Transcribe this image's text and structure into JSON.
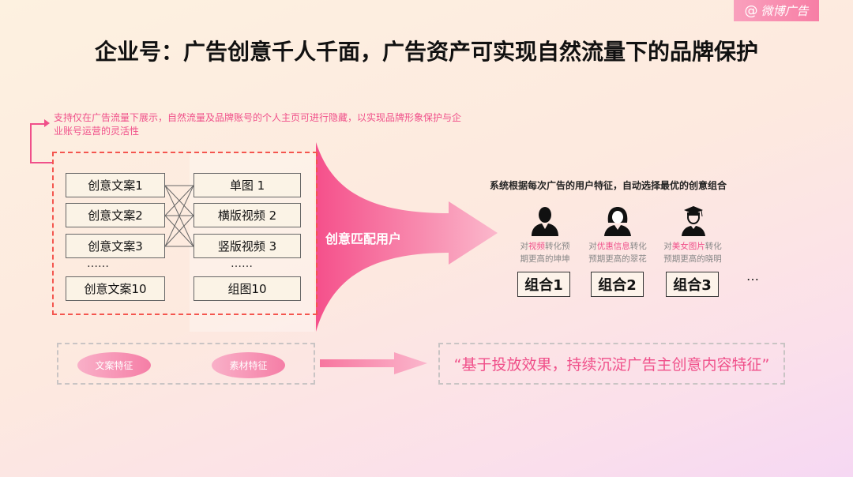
{
  "brand": {
    "label": "微博广告",
    "icon": "weibo-at-icon"
  },
  "title": "企业号：广告创意千人千面，广告资产可实现自然流量下的品牌保护",
  "note": "支持仅在广告流量下展示，自然流量及品牌账号的个人主页可进行隐藏，以实现品牌形象保护与企业账号运营的灵活性",
  "copy_items": [
    "创意文案1",
    "创意文案2",
    "创意文案3",
    "创意文案10"
  ],
  "material_items": [
    "单图 1",
    "横版视频 2",
    "竖版视频 3",
    "组图10"
  ],
  "ellipsis": "……",
  "funnel_label": "创意匹配用户",
  "system_text": "系统根据每次广告的用户特征，自动选择最优的创意组合",
  "personas": [
    {
      "icon": "man-icon",
      "pre": "对",
      "hl": "视频",
      "post": "转化预",
      "line2": "期更高的坤坤"
    },
    {
      "icon": "woman-icon",
      "pre": "对",
      "hl": "优惠信息",
      "post": "转化",
      "line2": "预期更高的翠花"
    },
    {
      "icon": "student-icon",
      "pre": "对",
      "hl": "美女图片",
      "post": "转化",
      "line2": "预期更高的晓明"
    }
  ],
  "combos": [
    "组合1",
    "组合2",
    "组合3"
  ],
  "combo_more": "…",
  "features": [
    "文案特征",
    "素材特征"
  ],
  "quote": "“基于投放效果，持续沉淀广告主创意内容特征”",
  "colors": {
    "accent": "#f0508a",
    "dashed_red": "#f4564f"
  }
}
